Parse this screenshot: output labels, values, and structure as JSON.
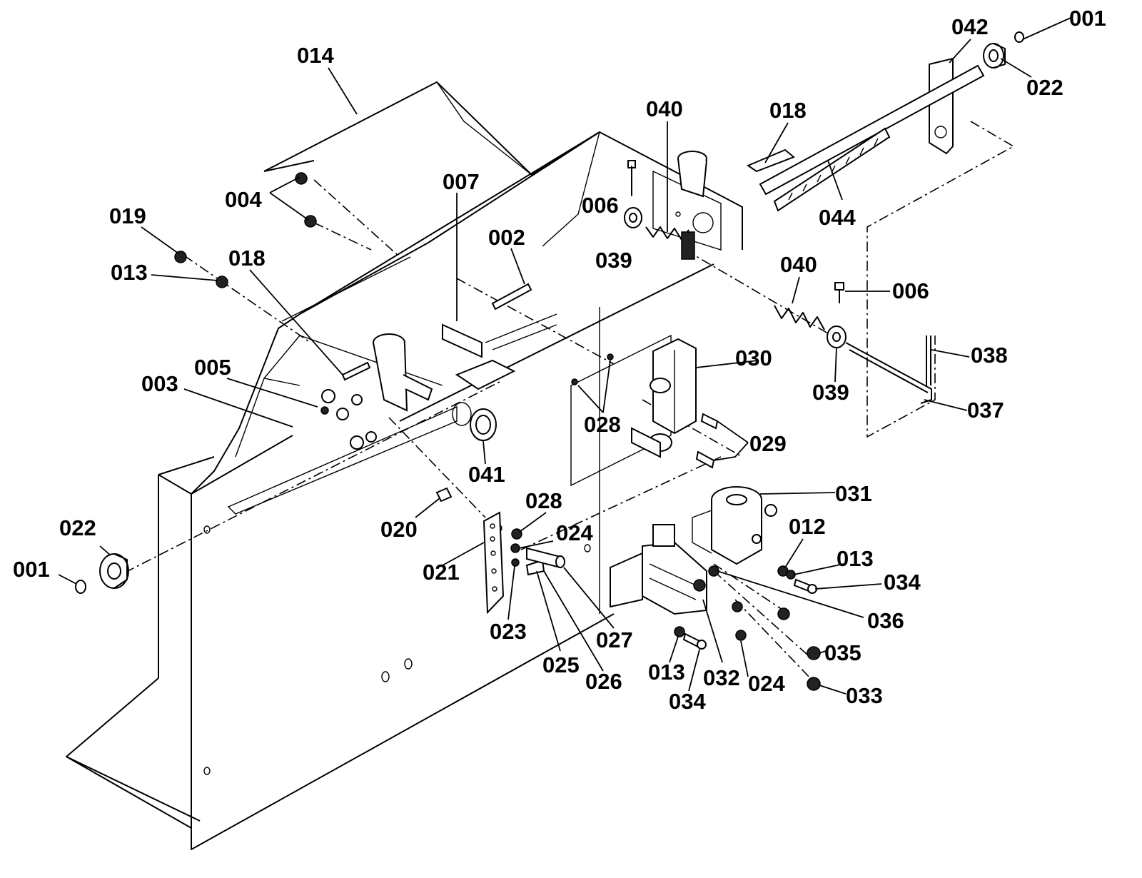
{
  "parts": [
    {
      "id": "p001a",
      "label": "001",
      "description": "001"
    },
    {
      "id": "p001b",
      "label": "001"
    },
    {
      "id": "p002",
      "label": "002"
    },
    {
      "id": "p003",
      "label": "003"
    },
    {
      "id": "p004",
      "label": "004"
    },
    {
      "id": "p005",
      "label": "005"
    },
    {
      "id": "p006a",
      "label": "006"
    },
    {
      "id": "p006b",
      "label": "006"
    },
    {
      "id": "p007",
      "label": "007"
    },
    {
      "id": "p012",
      "label": "012"
    },
    {
      "id": "p013a",
      "label": "013"
    },
    {
      "id": "p013b",
      "label": "013"
    },
    {
      "id": "p013c",
      "label": "013"
    },
    {
      "id": "p014",
      "label": "014"
    },
    {
      "id": "p018a",
      "label": "018"
    },
    {
      "id": "p018b",
      "label": "018"
    },
    {
      "id": "p019",
      "label": "019"
    },
    {
      "id": "p020",
      "label": "020"
    },
    {
      "id": "p021",
      "label": "021"
    },
    {
      "id": "p022a",
      "label": "022"
    },
    {
      "id": "p022b",
      "label": "022"
    },
    {
      "id": "p023",
      "label": "023"
    },
    {
      "id": "p024a",
      "label": "024"
    },
    {
      "id": "p024b",
      "label": "024"
    },
    {
      "id": "p025",
      "label": "025"
    },
    {
      "id": "p026",
      "label": "026"
    },
    {
      "id": "p027",
      "label": "027"
    },
    {
      "id": "p028a",
      "label": "028"
    },
    {
      "id": "p028b",
      "label": "028"
    },
    {
      "id": "p029",
      "label": "029"
    },
    {
      "id": "p030",
      "label": "030"
    },
    {
      "id": "p031",
      "label": "031"
    },
    {
      "id": "p032",
      "label": "032"
    },
    {
      "id": "p033",
      "label": "033"
    },
    {
      "id": "p034a",
      "label": "034"
    },
    {
      "id": "p034b",
      "label": "034"
    },
    {
      "id": "p035",
      "label": "035"
    },
    {
      "id": "p036",
      "label": "036"
    },
    {
      "id": "p037",
      "label": "037"
    },
    {
      "id": "p038",
      "label": "038"
    },
    {
      "id": "p039a",
      "label": "039"
    },
    {
      "id": "p039b",
      "label": "039"
    },
    {
      "id": "p040a",
      "label": "040"
    },
    {
      "id": "p040b",
      "label": "040"
    },
    {
      "id": "p041",
      "label": "041"
    },
    {
      "id": "p042",
      "label": "042"
    },
    {
      "id": "p044",
      "label": "044"
    }
  ]
}
